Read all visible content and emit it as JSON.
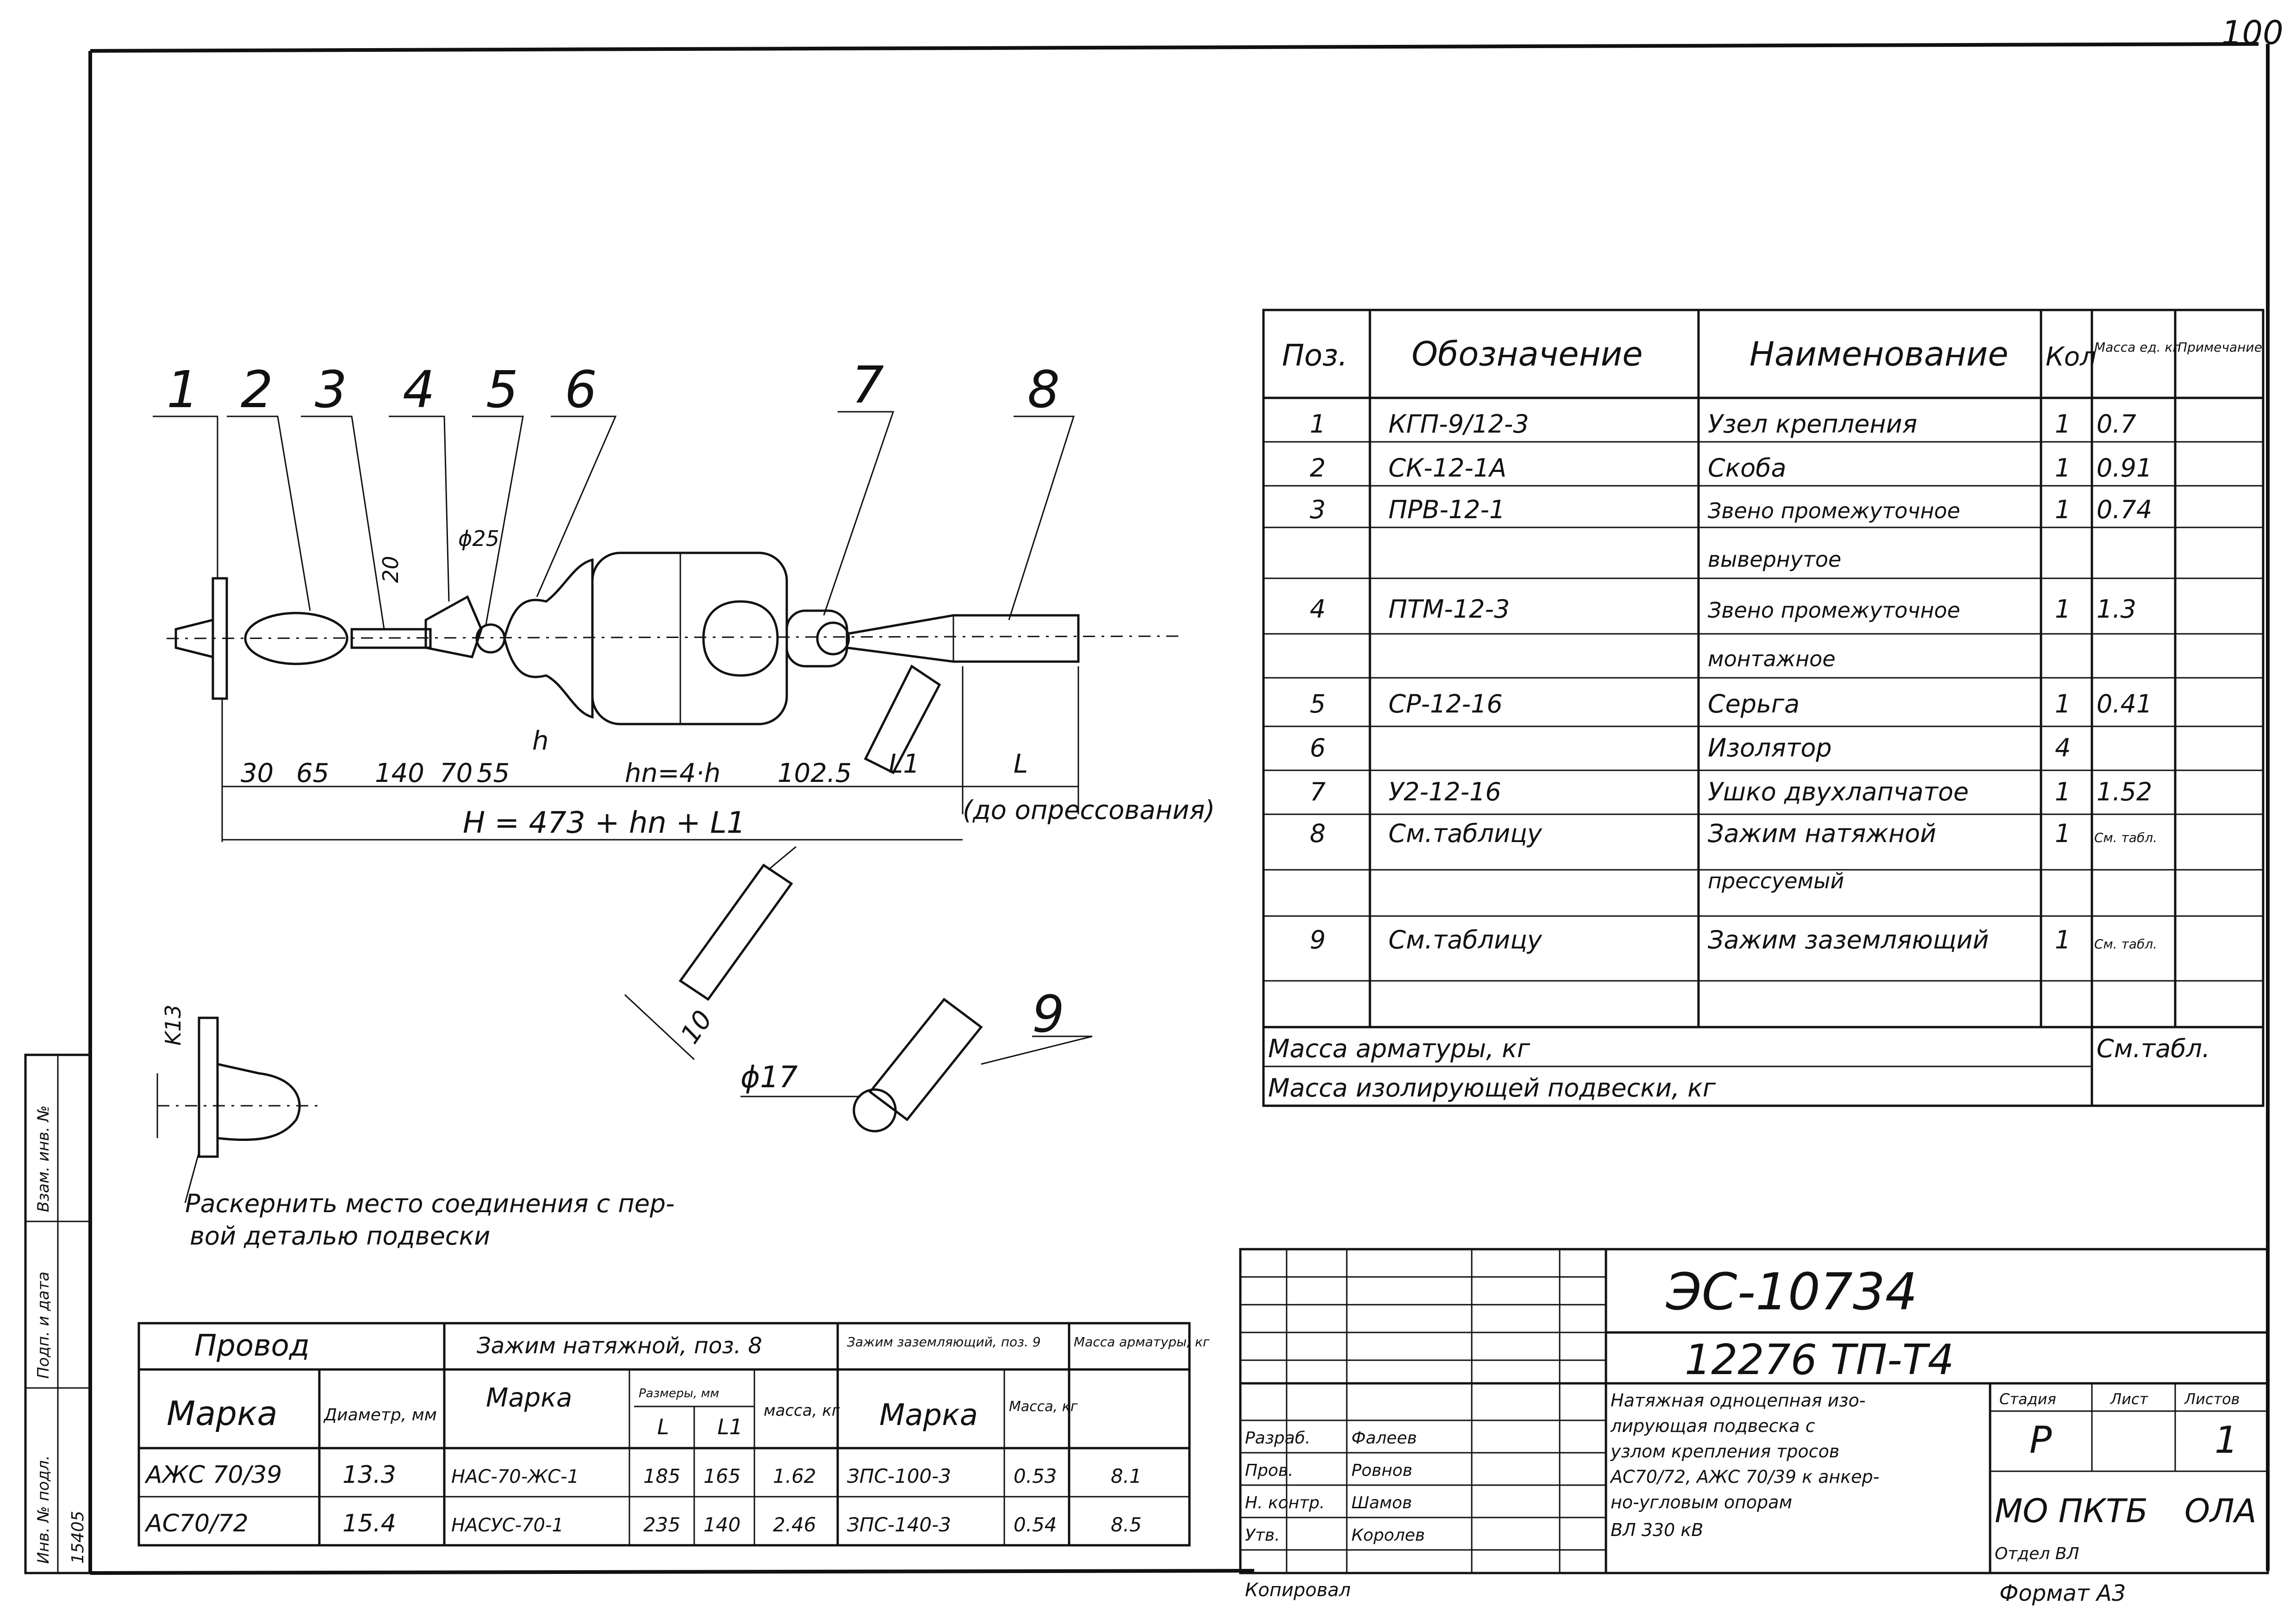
{
  "page_number": "100",
  "callouts": [
    "1",
    "2",
    "3",
    "4",
    "5",
    "6",
    "7",
    "8",
    "9"
  ],
  "dims": {
    "d30": "30",
    "d65": "65",
    "d140": "140",
    "d70": "70",
    "d55": "55",
    "h": "h",
    "hn": "hn=4·h",
    "d1025": "102.5",
    "L1": "L1",
    "L": "L",
    "H": "H = 473 + hn + L1",
    "note_press": "(до опрессования)",
    "phi25": "ϕ25",
    "dim20": "20",
    "dim10": "10",
    "phi17": "ϕ17",
    "dim_detail": "K13"
  },
  "detail_note": [
    "Раскернить место соединения с пер-",
    "вой деталью подвески"
  ],
  "spec_table": {
    "headers": [
      "Поз.",
      "Обозначение",
      "Наименование",
      "Кол",
      "Масса ед. кг",
      "Примечание"
    ],
    "rows": [
      {
        "pos": "1",
        "code": "КГП-9/12-3",
        "name": [
          "Узел крепления"
        ],
        "qty": "1",
        "mass": "0.7",
        "note": ""
      },
      {
        "pos": "2",
        "code": "СК-12-1А",
        "name": [
          "Скоба"
        ],
        "qty": "1",
        "mass": "0.91",
        "note": ""
      },
      {
        "pos": "3",
        "code": "ПРВ-12-1",
        "name": [
          "Звено промежуточное",
          "вывернутое"
        ],
        "qty": "1",
        "mass": "0.74",
        "note": ""
      },
      {
        "pos": "4",
        "code": "ПТМ-12-3",
        "name": [
          "Звено промежуточное",
          "монтажное"
        ],
        "qty": "1",
        "mass": "1.3",
        "note": ""
      },
      {
        "pos": "5",
        "code": "СР-12-16",
        "name": [
          "Серьга"
        ],
        "qty": "1",
        "mass": "0.41",
        "note": ""
      },
      {
        "pos": "6",
        "code": "",
        "name": [
          "Изолятор"
        ],
        "qty": "4",
        "mass": "",
        "note": ""
      },
      {
        "pos": "7",
        "code": "У2-12-16",
        "name": [
          "Ушко двухлапчатое"
        ],
        "qty": "1",
        "mass": "1.52",
        "note": ""
      },
      {
        "pos": "8",
        "code": "См.таблицу",
        "name": [
          "Зажим натяжной",
          "прессуемый"
        ],
        "qty": "1",
        "mass": "См. табл.",
        "note": ""
      },
      {
        "pos": "9",
        "code": "См.таблицу",
        "name": [
          "Зажим заземляющий"
        ],
        "qty": "1",
        "mass": "См. табл.",
        "note": ""
      }
    ],
    "footer1": "Масса арматуры, кг",
    "footer1_val": "См.табл.",
    "footer2": "Масса изолирующей подвески, кг"
  },
  "wire_table": {
    "h_wire": "Провод",
    "h_tension": "Зажим натяжной, поз. 8",
    "h_ground": "Зажим заземляющий, поз. 9",
    "h_mass": "Масса арматуры, кг",
    "h_mark": "Марка",
    "h_diam": "Диаметр, мм",
    "h_mark2": "Марка",
    "h_size": "Размеры, мм",
    "h_L": "L",
    "h_L1": "L1",
    "h_mass2": "масса, кг",
    "h_mark3": "Марка",
    "h_mass3": "Масса, кг",
    "rows": [
      {
        "wire": "АЖС 70/39",
        "diam": "13.3",
        "clamp": "НАС-70-ЖС-1",
        "L": "185",
        "L1": "165",
        "mass": "1.62",
        "ground": "ЗПС-100-3",
        "gmass": "0.53",
        "total": "8.1"
      },
      {
        "wire": "АС70/72",
        "diam": "15.4",
        "clamp": "НАСУС-70-1",
        "L": "235",
        "L1": "140",
        "mass": "2.46",
        "ground": "ЗПС-140-3",
        "gmass": "0.54",
        "total": "8.5"
      }
    ]
  },
  "stamp": {
    "doc_code": "ЭС-10734",
    "sheet_code": "12276 ТП-Т4",
    "title": [
      "Натяжная одноцепная изо-",
      "лирующая подвеска с",
      "узлом крепления тросов",
      "АС70/72, АЖС 70/39 к анкер-",
      "но-угловым опорам",
      "ВЛ 330 кВ"
    ],
    "h_stage": "Стадия",
    "h_sheet": "Лист",
    "h_sheets": "Листов",
    "stage": "Р",
    "sheets": "1",
    "org": "МО ПКТБ",
    "org2": "ОЛА",
    "org_sub": "Отдел ВЛ",
    "roles": [
      "Разраб.",
      "Пров.",
      "Н. контр.",
      "Утв."
    ],
    "names": [
      "Фалеев",
      "Ровнов",
      "Шамов",
      "Королев"
    ],
    "format": "Формат А3",
    "copied": "Копировал"
  },
  "side_stamp": [
    "Инв. № подл.",
    "Подп. и дата",
    "Взам. инв. №"
  ],
  "side_num": "15405"
}
